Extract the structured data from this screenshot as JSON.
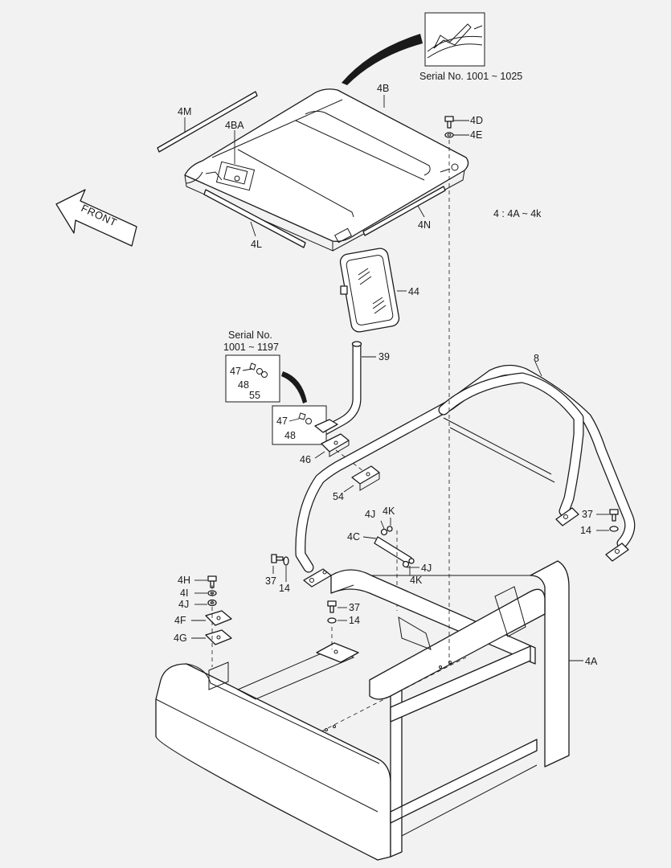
{
  "inset_text": {
    "serial_top": "Serial No. 1001 ~ 1025",
    "serial_mid_line1": "Serial No.",
    "serial_mid_line2": "1001 ~ 1197",
    "note": "4 : 4A ~ 4k",
    "front": "FRONT"
  },
  "labels": {
    "l_4b": "4B",
    "l_4m": "4M",
    "l_4ba": "4BA",
    "l_4d": "4D",
    "l_4e": "4E",
    "l_4n": "4N",
    "l_4l": "4L",
    "l_44": "44",
    "l_39": "39",
    "l_8": "8",
    "l_47a": "47",
    "l_48a": "48",
    "l_55": "55",
    "l_47b": "47",
    "l_48b": "48",
    "l_46": "46",
    "l_54": "54",
    "l_4j_a": "4J",
    "l_4k_a": "4K",
    "l_4c": "4C",
    "l_4j_b": "4J",
    "l_4k_b": "4K",
    "l_37a": "37",
    "l_14a": "14",
    "l_37b": "37",
    "l_14b": "14",
    "l_37c": "37",
    "l_14c": "14",
    "l_4h": "4H",
    "l_4i": "4I",
    "l_4j_c": "4J",
    "l_4f": "4F",
    "l_4g": "4G",
    "l_4a": "4A"
  }
}
